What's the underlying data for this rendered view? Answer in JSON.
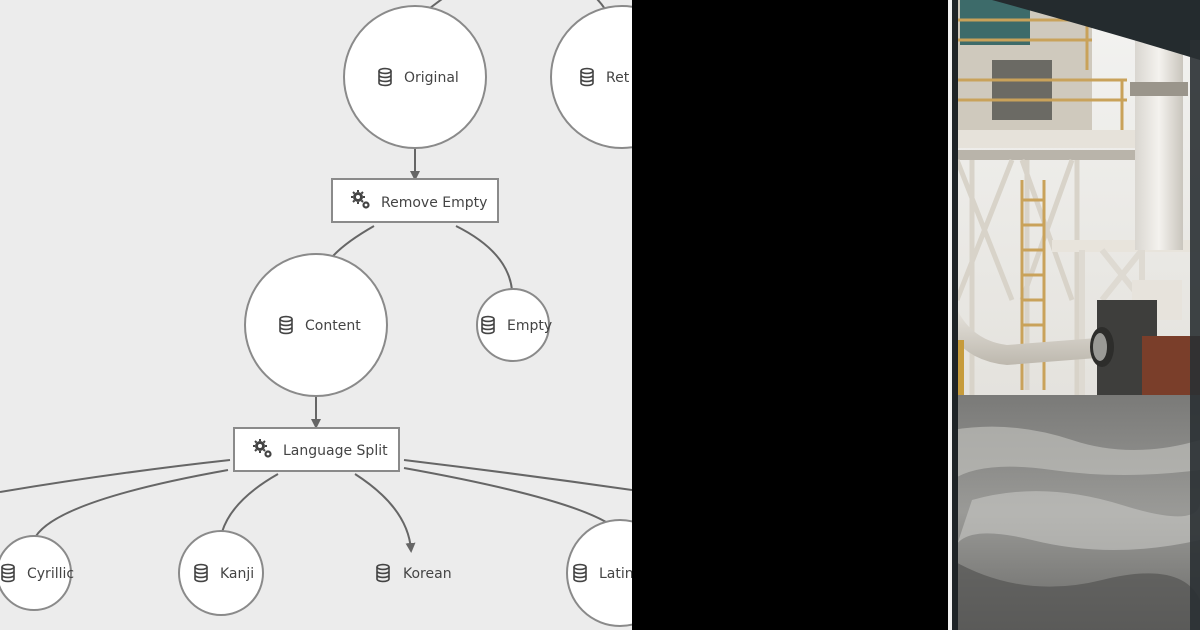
{
  "diagram": {
    "nodes": {
      "original": {
        "label": "Original",
        "icon": "database-icon"
      },
      "retained": {
        "label": "Ret",
        "icon": "database-icon"
      },
      "remove_empty": {
        "label": "Remove Empty",
        "icon": "gears-icon"
      },
      "content": {
        "label": "Content",
        "icon": "database-icon"
      },
      "empty": {
        "label": "Empty",
        "icon": "database-icon"
      },
      "language_split": {
        "label": "Language Split",
        "icon": "gears-icon"
      },
      "cyrillic": {
        "label": "Cyrillic",
        "icon": "database-icon"
      },
      "kanji": {
        "label": "Kanji",
        "icon": "database-icon"
      },
      "korean": {
        "label": "Korean",
        "icon": "database-icon"
      },
      "latin": {
        "label": "Latin",
        "icon": "database-icon"
      }
    },
    "colors": {
      "background": "#ececec",
      "node_fill": "#ffffff",
      "stroke": "#8a8a8a",
      "edge": "#666666",
      "text": "#444444"
    }
  },
  "photo": {
    "subject": "industrial-pipes-photo"
  }
}
